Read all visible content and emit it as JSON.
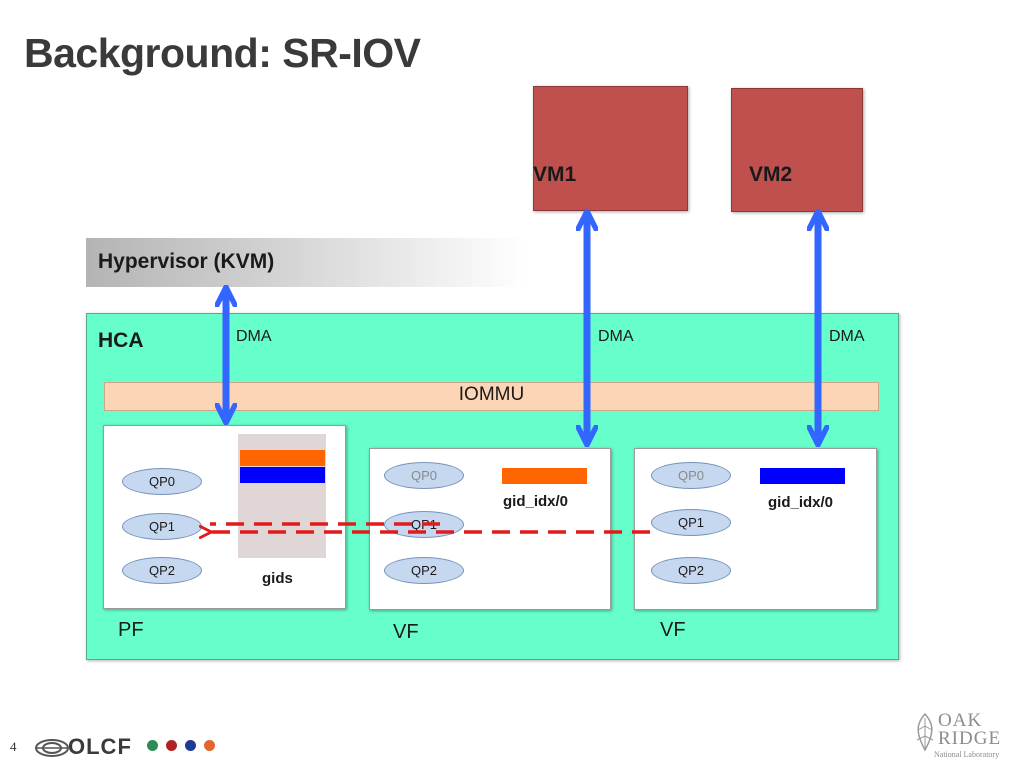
{
  "slide": {
    "title": "Background: SR-IOV",
    "page_number": "4"
  },
  "vms": [
    {
      "label": "VM1"
    },
    {
      "label": "VM2"
    }
  ],
  "hypervisor": {
    "label": "Hypervisor (KVM)"
  },
  "hca": {
    "label": "HCA",
    "dma_labels": [
      "DMA",
      "DMA",
      "DMA"
    ],
    "iommu_label": "IOMMU"
  },
  "functions": [
    {
      "label": "PF",
      "qps": [
        "QP0",
        "QP1",
        "QP2"
      ],
      "gids_label": "gids"
    },
    {
      "label": "VF",
      "qps": [
        "QP0",
        "QP1",
        "QP2"
      ],
      "gid_label": "gid_idx/0"
    },
    {
      "label": "VF",
      "qps": [
        "QP0",
        "QP1",
        "QP2"
      ],
      "gid_label": "gid_idx/0"
    }
  ],
  "footer": {
    "olcf_logo_text": "OLCF",
    "olcf_dot_colors": [
      "#2e8b57",
      "#b22222",
      "#1f3a93",
      "#e2652b"
    ],
    "ornl_logo_lines": [
      "OAK",
      "RIDGE",
      "National Laboratory"
    ]
  },
  "colors": {
    "vm_fill": "#c0504d",
    "hca_fill": "#66ffcc",
    "iommu_fill": "#fbd5b5",
    "dma_arrow": "#3366ff",
    "dashed_arrow": "#e31a1c",
    "gid_orange": "#ff6600",
    "gid_blue": "#0000ff"
  }
}
